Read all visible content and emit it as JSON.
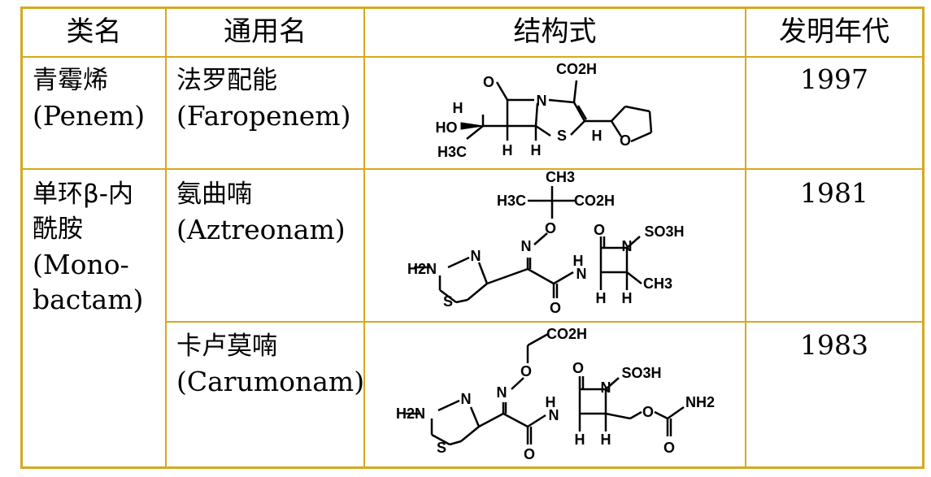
{
  "headers": {
    "class": "类名",
    "generic": "通用名",
    "structure": "结构式",
    "year": "发明年代"
  },
  "rows": [
    {
      "class_cn": "青霉烯",
      "class_en": "(Penem)",
      "generic_cn": "法罗配能",
      "generic_en": "(Faropenem)",
      "year": "1997"
    },
    {
      "class_cn1": "单环β-内",
      "class_cn2": "酰胺",
      "class_en1": "(Mono-",
      "class_en2": "bactam)",
      "generic_cn": "氨曲喃",
      "generic_en": "(Aztreonam)",
      "year": "1981"
    },
    {
      "generic_cn": "卡卢莫喃",
      "generic_en": "(Carumonam)",
      "year": "1983"
    }
  ],
  "structure_labels": {
    "faropenem": [
      "CO2H",
      "O",
      "N",
      "H",
      "HO",
      "H3C",
      "H",
      "H",
      "S",
      "H",
      "O"
    ],
    "aztreonam": [
      "CH3",
      "H3C",
      "CO2H",
      "O",
      "N",
      "O",
      "N",
      "SO3H",
      "H2N",
      "N",
      "S",
      "H",
      "N",
      "O",
      "H",
      "H",
      "CH3"
    ],
    "carumonam": [
      "CO2H",
      "O",
      "N",
      "O",
      "N",
      "SO3H",
      "H2N",
      "N",
      "S",
      "H",
      "N",
      "O",
      "H",
      "H",
      "O",
      "NH2",
      "O"
    ]
  },
  "colors": {
    "border": "#d6a91e"
  }
}
